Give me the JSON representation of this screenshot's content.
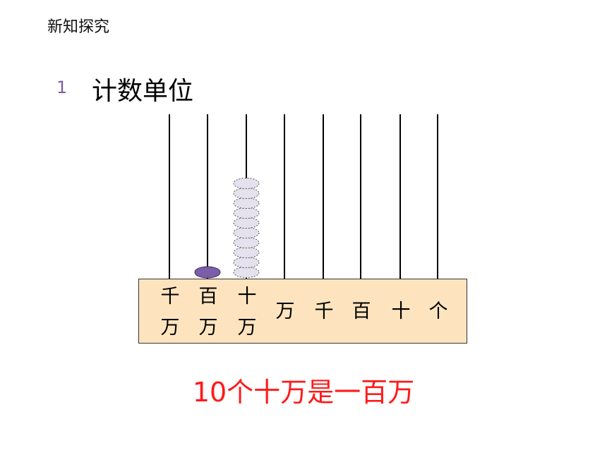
{
  "header": {
    "section_title": "新知探究"
  },
  "topic": {
    "number": "1",
    "title": "计数单位"
  },
  "abacus": {
    "place_labels": [
      {
        "top": "千",
        "bottom": "万"
      },
      {
        "top": "百",
        "bottom": "万"
      },
      {
        "top": "十",
        "bottom": "万"
      },
      {
        "single": "万"
      },
      {
        "single": "千"
      },
      {
        "single": "百"
      },
      {
        "single": "十"
      },
      {
        "single": "个"
      }
    ],
    "beads_per_rod": [
      0,
      1,
      10,
      0,
      0,
      0,
      0,
      0
    ],
    "colors": {
      "board": "#fde4bf",
      "solid_bead": "#7b5ea7",
      "dashed_bead_fill": "#e6e1ee",
      "rod": "#000000"
    }
  },
  "caption": "10个十万是一百万",
  "colors": {
    "caption": "#ff1a1a",
    "number": "#7a5ca8"
  }
}
